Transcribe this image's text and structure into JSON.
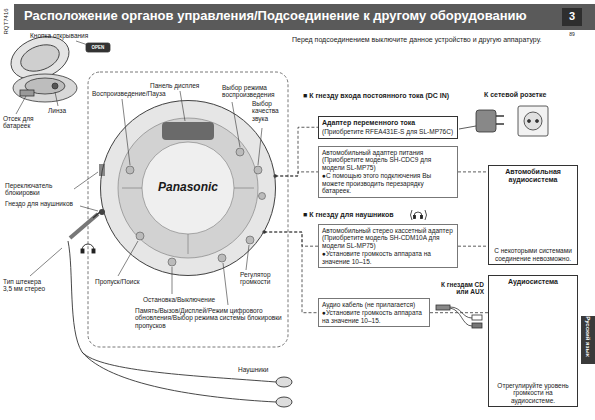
{
  "diagram": {
    "title": "Расположение органов управления/Подсоединение к другому оборудованию",
    "nodes": [
      {
        "text": [
          "Panasonic"
        ]
      },
      {
        "text": [
          "Адаптер переменного тока",
          "(Приобретите RFEA431E-S для SL-MP76C)"
        ]
      },
      {
        "text": [
          "Автомобильный адаптер питания (Приобретите модель SH-CDC9 для модели SL-MP75)",
          "●С помощью этого подключения Вы можете производить перезарядку батареек."
        ]
      },
      {
        "text": [
          "Автомобильная аудиосистема",
          "С некоторыми системами соединение невозможно."
        ]
      },
      {
        "text": [
          "Автомобильный стерео кассетный адаптер (Приобретите модель SH-CDM10A для модели SL-MP75)",
          "●Установите громкость аппарата на значение 10–15."
        ]
      },
      {
        "text": [
          "Аудио кабель (не прилагается)",
          "●Установите громкость аппарата на значение 10–15."
        ]
      },
      {
        "text": [
          "Аудиосистема",
          "Отрегулируйте уровень громкости на аудиосистеме."
        ]
      }
    ],
    "edges": [
      {
        "from": 0,
        "to": 1,
        "arrow": "none"
      },
      {
        "from": 0,
        "to": 2,
        "arrow": "none"
      },
      {
        "from": 2,
        "to": 3,
        "arrow": "none"
      },
      {
        "from": 0,
        "to": 4,
        "arrow": "none"
      },
      {
        "from": 4,
        "to": 3,
        "arrow": "none"
      },
      {
        "from": 0,
        "to": 5,
        "arrow": "none"
      },
      {
        "from": 5,
        "to": 6,
        "arrow": "none"
      }
    ],
    "labels": [
      "RQT7416",
      "3",
      "89",
      "Перед подсоединением выключите данное устройство и другую аппаратуру.",
      "Кнопка открывания",
      "OPEN",
      "Линза",
      "Отсек для батареек",
      "Панель дисплея",
      "Воспроизведение/Пауза",
      "Выбор режима воспроизведения",
      "Выбор качества звука",
      "Переключатель блокировки",
      "Гнездо для наушников",
      "Тип штекера 3,5 мм стерео",
      "Пропуск/Поиск",
      "Регулятор громкости",
      "Остановка/Выключение",
      "Память/Вызов/Дисплей/Режим цифрового обновления/Выбор режима системы блокировки пропусков",
      "Наушники",
      "■ К гнезду входа постоянного тока (DC IN)",
      "К сетевой розетке",
      "■ К гнезду для наушников",
      "К гнездам CD или AUX",
      "Русский язык"
    ]
  }
}
